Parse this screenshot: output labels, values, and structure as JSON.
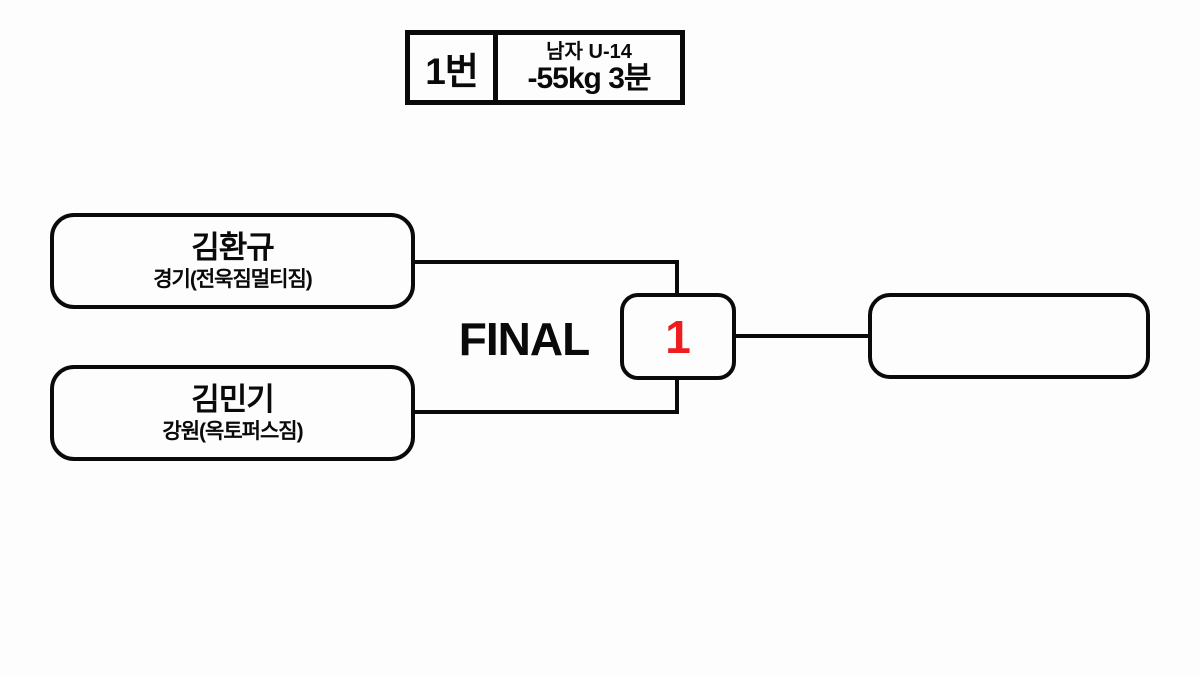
{
  "page": {
    "background_color": "#fdfdfd",
    "line_color": "#0a0a0a"
  },
  "header": {
    "match_number": "1번",
    "category": "남자 U-14",
    "weight_time": "-55kg 3분"
  },
  "bracket": {
    "round_label": "FINAL",
    "match_number": "1",
    "match_number_color": "#ee1c1c",
    "competitors": [
      {
        "name": "김환규",
        "team": "경기(전욱짐멀티짐)"
      },
      {
        "name": "김민기",
        "team": "강원(옥토퍼스짐)"
      }
    ],
    "winner_name": ""
  }
}
